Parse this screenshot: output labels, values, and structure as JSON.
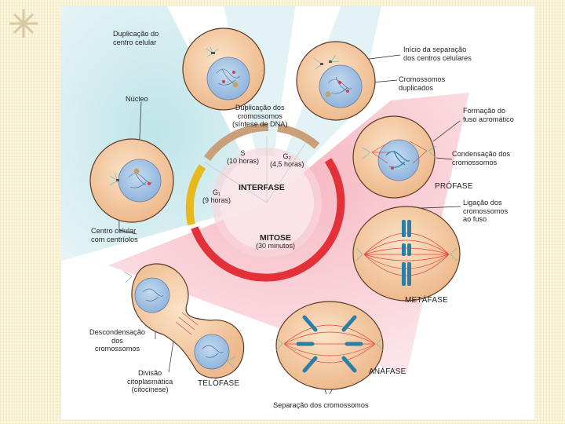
{
  "labels": {
    "centrosome_duplication": "Duplicação do\ncentro celular",
    "centrosome_separation": "Início da separação\ndos centros celulares",
    "duplicated_chromosomes": "Cromossomos\nduplicados",
    "nucleus": "Núcleo",
    "dna_synthesis": "Duplicação dos\ncromossomos\n(síntese de DNA)",
    "spindle_formation": "Formação do\nfuso acromático",
    "chromosome_condensation": "Condensação dos\ncromossomos",
    "prophase": "PRÓFASE",
    "centrosome_with_centrioles": "Centro celular\ncom centríolos",
    "spindle_attachment": "Ligação dos\ncromossomos\nao fuso",
    "metaphase": "METÁFASE",
    "chromosome_decondensation": "Descondensação\ndos\ncromossomos",
    "anaphase": "ANÁFASE",
    "cytokinesis": "Divisão\ncitoplasmática\n(citocinese)",
    "telophase": "TELÓFASE",
    "chromosome_separation": "Separação dos cromossomos"
  },
  "cycle": {
    "s_name": "S",
    "s_duration": "(10 horas)",
    "g2_name": "G₂",
    "g2_duration": "(4,5 horas)",
    "g1_name": "G₁",
    "g1_duration": "(9 horas)",
    "interphase": "INTERFASE",
    "mitosis": "MITOSE",
    "mitosis_duration": "(30 minutos)"
  },
  "colors": {
    "s_phase": "#c9a07a",
    "g2_phase": "#c9a07a",
    "g1_phase": "#e7b91d",
    "mitosis": "#e43038",
    "cell": "#f4c9a0",
    "nucleus": "#a8c8e6",
    "spindle": "#e8403a",
    "chromosome": "#2a7fa8",
    "interphase_bg": "#d3ecef",
    "mitosis_bg": "#f7c8d0"
  }
}
